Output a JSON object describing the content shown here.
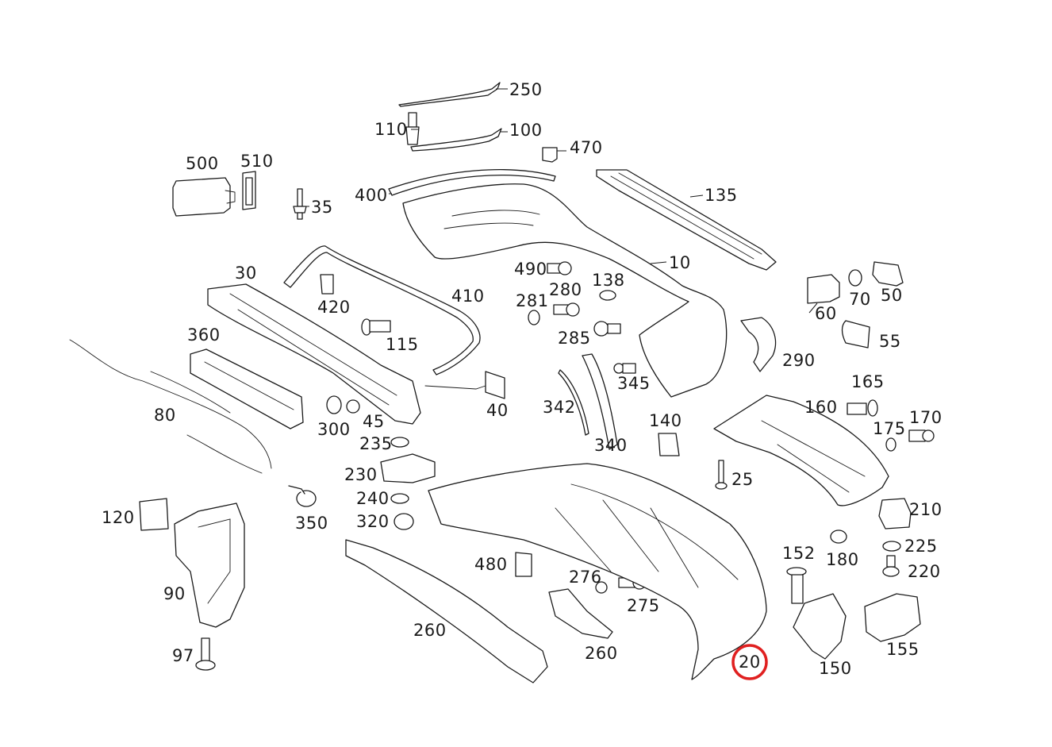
{
  "diagram": {
    "highlight_color": "#e02020",
    "highlighted_part": "20",
    "labels": {
      "p250": "250",
      "p110": "110",
      "p100": "100",
      "p470": "470",
      "p500": "500",
      "p510": "510",
      "p35": "35",
      "p400": "400",
      "p135": "135",
      "p10": "10",
      "p490": "490",
      "p30": "30",
      "p410": "410",
      "p420": "420",
      "p280": "280",
      "p138": "138",
      "p281": "281",
      "p115": "115",
      "p285": "285",
      "p360": "360",
      "p60": "60",
      "p70": "70",
      "p50": "50",
      "p55": "55",
      "p290": "290",
      "p345": "345",
      "p165": "165",
      "p160": "160",
      "p170": "170",
      "p175": "175",
      "p80": "80",
      "p300": "300",
      "p45": "45",
      "p40": "40",
      "p342": "342",
      "p140": "140",
      "p340": "340",
      "p235": "235",
      "p230": "230",
      "p25": "25",
      "p240": "240",
      "p210": "210",
      "p120": "120",
      "p350": "350",
      "p320": "320",
      "p225": "225",
      "p152": "152",
      "p180": "180",
      "p220": "220",
      "p480": "480",
      "p276": "276",
      "p275": "275",
      "p90": "90",
      "p260a": "260",
      "p260b": "260",
      "p155": "155",
      "p97": "97",
      "p20": "20",
      "p150": "150"
    }
  }
}
